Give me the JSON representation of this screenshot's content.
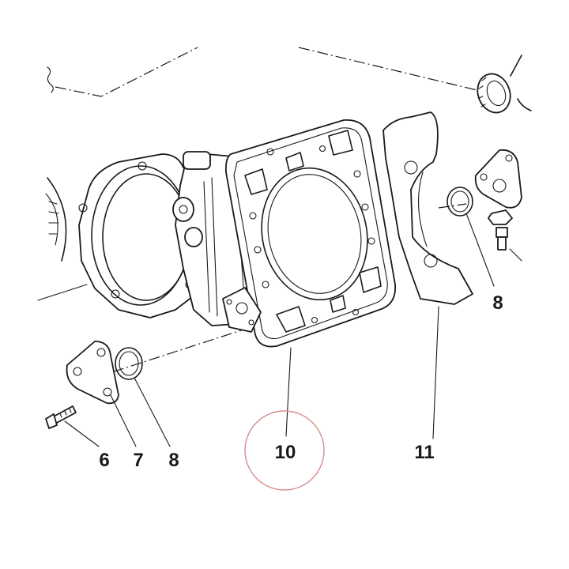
{
  "callouts": {
    "six": "6",
    "seven": "7",
    "eight_lower": "8",
    "ten": "10",
    "eleven": "11",
    "eight_right": "8"
  },
  "colors": {
    "ink": "#1a1a1a",
    "highlight_circle": "#d98c8c",
    "background": "#ffffff"
  }
}
